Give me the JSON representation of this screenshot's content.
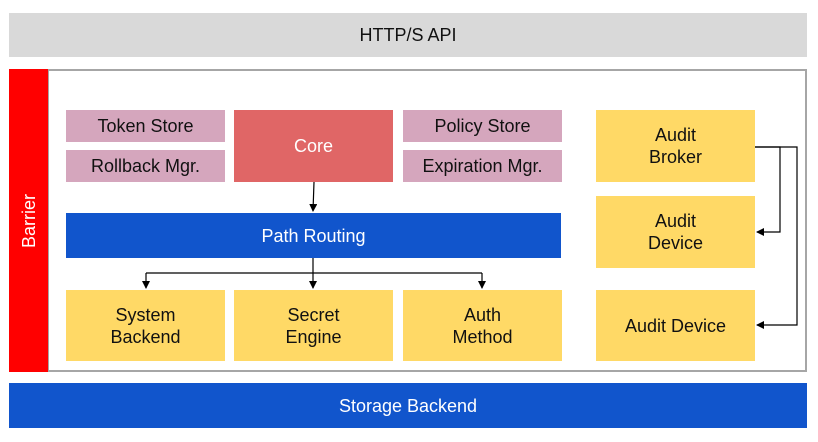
{
  "http_api": "HTTP/S API",
  "barrier": "Barrier",
  "token_store": "Token Store",
  "rollback_mgr": "Rollback Mgr.",
  "core": "Core",
  "policy_store": "Policy Store",
  "expiration_mgr": "Expiration Mgr.",
  "path_routing": "Path Routing",
  "system_backend": "System\nBackend",
  "secret_engine": "Secret\nEngine",
  "auth_method": "Auth\nMethod",
  "audit_broker": "Audit\nBroker",
  "audit_device_1": "Audit\nDevice",
  "audit_device_2": "Audit Device",
  "storage_backend": "Storage Backend",
  "colors": {
    "barrier": "#ff0000",
    "core": "#e06666",
    "pink": "#d5a6bd",
    "blue": "#1155cc",
    "yellow": "#ffd966",
    "gray": "#d9d9d9"
  }
}
